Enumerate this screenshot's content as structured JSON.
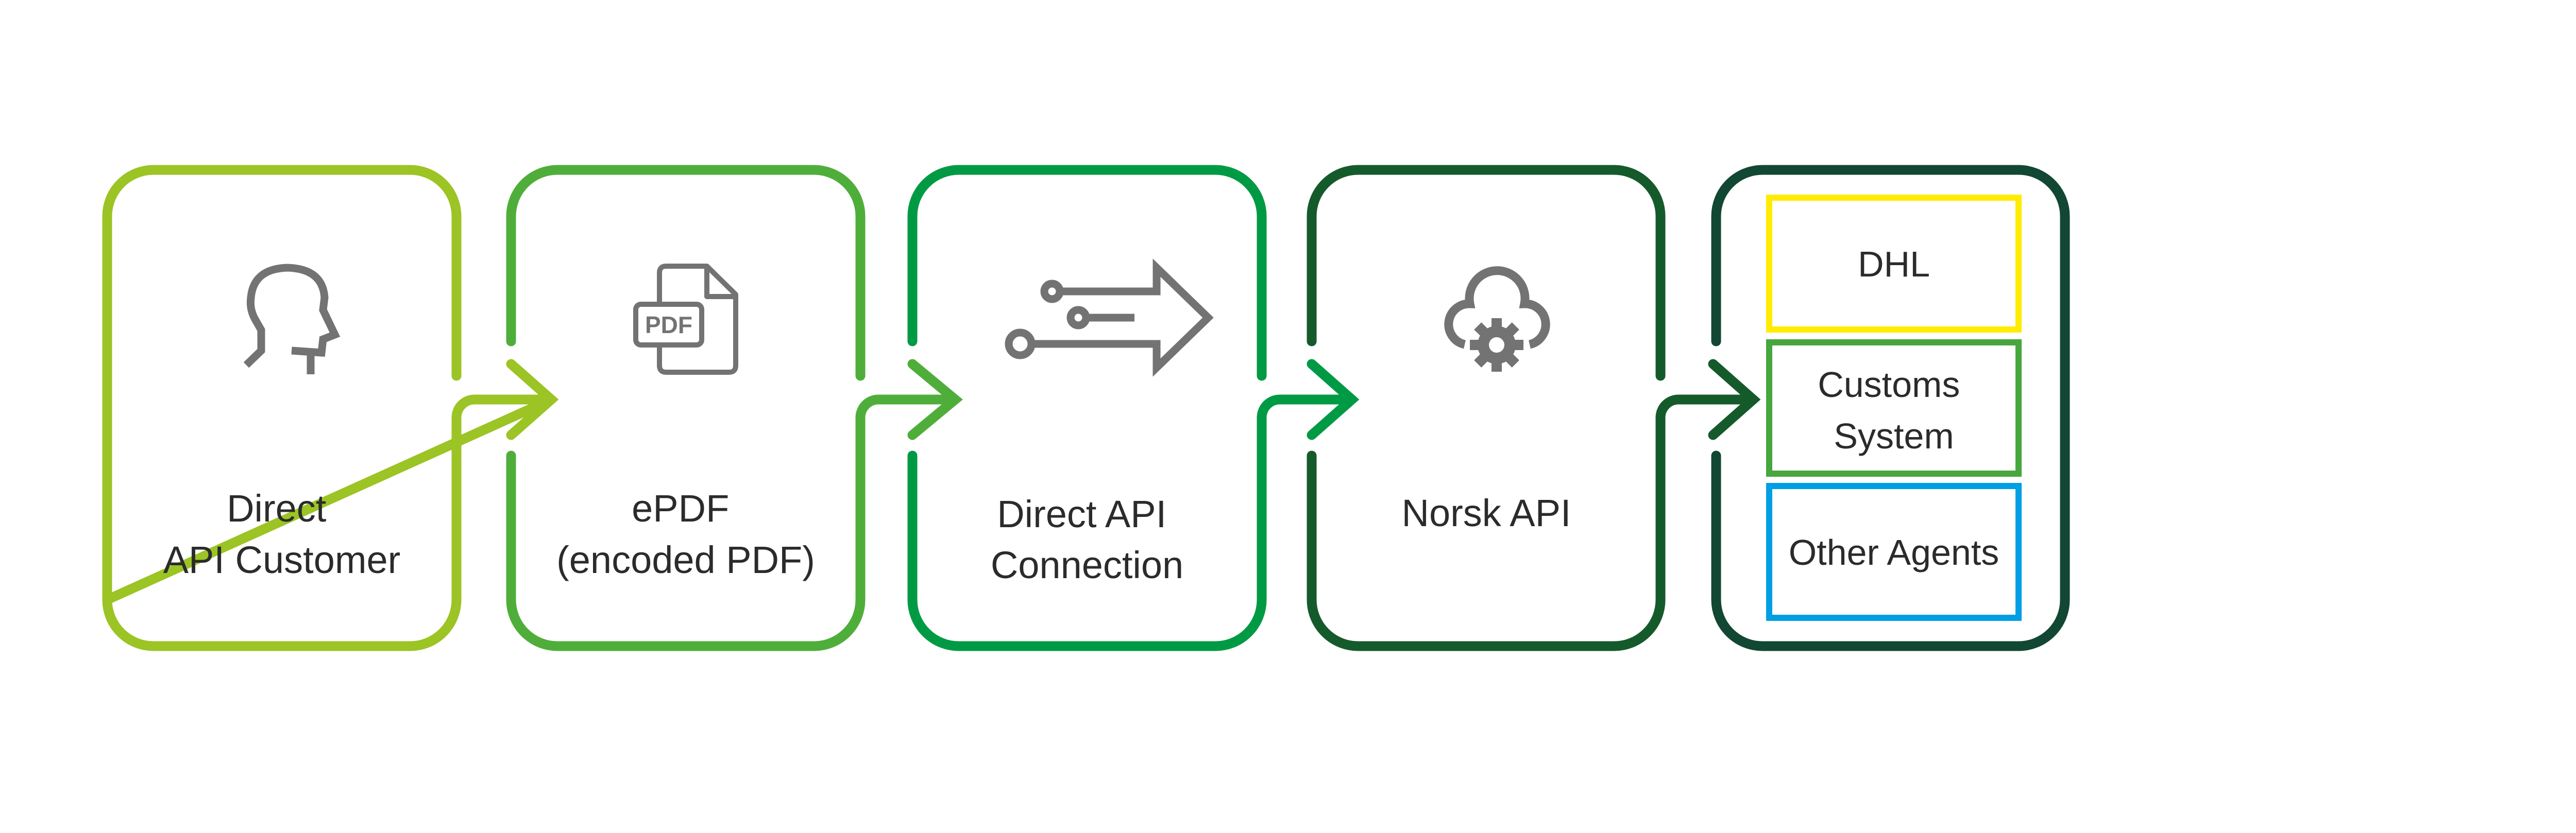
{
  "diagram": {
    "steps": [
      {
        "id": "direct-api-customer",
        "lines": [
          "Direct",
          "API Customer"
        ],
        "icon": "person-head-icon",
        "color": "#9BC424"
      },
      {
        "id": "epdf",
        "lines": [
          "ePDF",
          "(encoded PDF)"
        ],
        "icon": "pdf-document-icon",
        "icon_text": "PDF",
        "color": "#4FAE3A"
      },
      {
        "id": "direct-api-connection",
        "lines": [
          "Direct API",
          "Connection"
        ],
        "icon": "connection-arrow-icon",
        "color": "#009A44"
      },
      {
        "id": "norsk-api",
        "lines": [
          "Norsk API"
        ],
        "icon": "cloud-gear-icon",
        "color": "#155A2B"
      },
      {
        "id": "destinations",
        "color": "#124733",
        "targets": [
          {
            "lines": [
              "DHL"
            ],
            "color": "#FFEC00"
          },
          {
            "lines": [
              "Customs",
              "System"
            ],
            "color": "#47A63E"
          },
          {
            "lines": [
              "Other Agents"
            ],
            "color": "#009FE3"
          }
        ]
      }
    ],
    "icon_color": "#737373",
    "text_color": "#2B2B2B"
  }
}
